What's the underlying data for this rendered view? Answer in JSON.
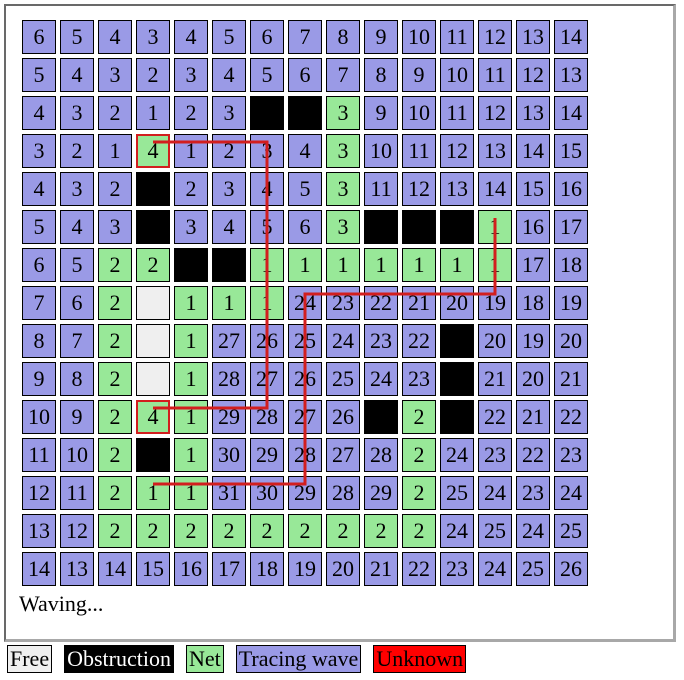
{
  "status_text": "Waving...",
  "colors": {
    "wave": "#9a9ae6",
    "net": "#98e898",
    "obstruction": "#000000",
    "free": "#efefef",
    "unknown": "#ff0000",
    "trace": "#d21e1e"
  },
  "legend": [
    {
      "label": "Free",
      "type": "free",
      "bg": "#efefef",
      "fg": "#000000"
    },
    {
      "label": "Obstruction",
      "type": "obstruction",
      "bg": "#000000",
      "fg": "#ffffff"
    },
    {
      "label": "Net",
      "type": "net",
      "bg": "#98e898",
      "fg": "#000000"
    },
    {
      "label": "Tracing wave",
      "type": "wave",
      "bg": "#9a9ae6",
      "fg": "#000000"
    },
    {
      "label": "Unknown",
      "type": "unknown",
      "bg": "#ff0000",
      "fg": "#000000"
    }
  ],
  "grid": {
    "rows": 15,
    "cols": 15,
    "cells": [
      [
        [
          "w",
          6
        ],
        [
          "w",
          5
        ],
        [
          "w",
          4
        ],
        [
          "w",
          3
        ],
        [
          "w",
          4
        ],
        [
          "w",
          5
        ],
        [
          "w",
          6
        ],
        [
          "w",
          7
        ],
        [
          "w",
          8
        ],
        [
          "w",
          9
        ],
        [
          "w",
          10
        ],
        [
          "w",
          11
        ],
        [
          "w",
          12
        ],
        [
          "w",
          13
        ],
        [
          "w",
          14
        ]
      ],
      [
        [
          "w",
          5
        ],
        [
          "w",
          4
        ],
        [
          "w",
          3
        ],
        [
          "w",
          2
        ],
        [
          "w",
          3
        ],
        [
          "w",
          4
        ],
        [
          "w",
          5
        ],
        [
          "w",
          6
        ],
        [
          "w",
          7
        ],
        [
          "w",
          8
        ],
        [
          "w",
          9
        ],
        [
          "w",
          10
        ],
        [
          "w",
          11
        ],
        [
          "w",
          12
        ],
        [
          "w",
          13
        ]
      ],
      [
        [
          "w",
          4
        ],
        [
          "w",
          3
        ],
        [
          "w",
          2
        ],
        [
          "w",
          1
        ],
        [
          "w",
          2
        ],
        [
          "w",
          3
        ],
        [
          "o",
          ""
        ],
        [
          "o",
          ""
        ],
        [
          "n",
          3
        ],
        [
          "w",
          9
        ],
        [
          "w",
          10
        ],
        [
          "w",
          11
        ],
        [
          "w",
          12
        ],
        [
          "w",
          13
        ],
        [
          "w",
          14
        ]
      ],
      [
        [
          "w",
          3
        ],
        [
          "w",
          2
        ],
        [
          "w",
          1
        ],
        [
          "n",
          4
        ],
        [
          "w",
          1
        ],
        [
          "w",
          2
        ],
        [
          "w",
          3
        ],
        [
          "w",
          4
        ],
        [
          "n",
          3
        ],
        [
          "w",
          10
        ],
        [
          "w",
          11
        ],
        [
          "w",
          12
        ],
        [
          "w",
          13
        ],
        [
          "w",
          14
        ],
        [
          "w",
          15
        ]
      ],
      [
        [
          "w",
          4
        ],
        [
          "w",
          3
        ],
        [
          "w",
          2
        ],
        [
          "o",
          ""
        ],
        [
          "w",
          2
        ],
        [
          "w",
          3
        ],
        [
          "w",
          4
        ],
        [
          "w",
          5
        ],
        [
          "n",
          3
        ],
        [
          "w",
          11
        ],
        [
          "w",
          12
        ],
        [
          "w",
          13
        ],
        [
          "w",
          14
        ],
        [
          "w",
          15
        ],
        [
          "w",
          16
        ]
      ],
      [
        [
          "w",
          5
        ],
        [
          "w",
          4
        ],
        [
          "w",
          3
        ],
        [
          "o",
          ""
        ],
        [
          "w",
          3
        ],
        [
          "w",
          4
        ],
        [
          "w",
          5
        ],
        [
          "w",
          6
        ],
        [
          "n",
          3
        ],
        [
          "o",
          ""
        ],
        [
          "o",
          ""
        ],
        [
          "o",
          ""
        ],
        [
          "n",
          1
        ],
        [
          "w",
          16
        ],
        [
          "w",
          17
        ]
      ],
      [
        [
          "w",
          6
        ],
        [
          "w",
          5
        ],
        [
          "n",
          2
        ],
        [
          "n",
          2
        ],
        [
          "o",
          ""
        ],
        [
          "o",
          ""
        ],
        [
          "n",
          1
        ],
        [
          "n",
          1
        ],
        [
          "n",
          1
        ],
        [
          "n",
          1
        ],
        [
          "n",
          1
        ],
        [
          "n",
          1
        ],
        [
          "n",
          1
        ],
        [
          "w",
          17
        ],
        [
          "w",
          18
        ]
      ],
      [
        [
          "w",
          7
        ],
        [
          "w",
          6
        ],
        [
          "n",
          2
        ],
        [
          "f",
          ""
        ],
        [
          "n",
          1
        ],
        [
          "n",
          1
        ],
        [
          "n",
          1
        ],
        [
          "w",
          24
        ],
        [
          "w",
          23
        ],
        [
          "w",
          22
        ],
        [
          "w",
          21
        ],
        [
          "w",
          20
        ],
        [
          "w",
          19
        ],
        [
          "w",
          18
        ],
        [
          "w",
          19
        ]
      ],
      [
        [
          "w",
          8
        ],
        [
          "w",
          7
        ],
        [
          "n",
          2
        ],
        [
          "f",
          ""
        ],
        [
          "n",
          1
        ],
        [
          "w",
          27
        ],
        [
          "w",
          26
        ],
        [
          "w",
          25
        ],
        [
          "w",
          24
        ],
        [
          "w",
          23
        ],
        [
          "w",
          22
        ],
        [
          "o",
          ""
        ],
        [
          "w",
          20
        ],
        [
          "w",
          19
        ],
        [
          "w",
          20
        ]
      ],
      [
        [
          "w",
          9
        ],
        [
          "w",
          8
        ],
        [
          "n",
          2
        ],
        [
          "f",
          ""
        ],
        [
          "n",
          1
        ],
        [
          "w",
          28
        ],
        [
          "w",
          27
        ],
        [
          "w",
          26
        ],
        [
          "w",
          25
        ],
        [
          "w",
          24
        ],
        [
          "w",
          23
        ],
        [
          "o",
          ""
        ],
        [
          "w",
          21
        ],
        [
          "w",
          20
        ],
        [
          "w",
          21
        ]
      ],
      [
        [
          "w",
          10
        ],
        [
          "w",
          9
        ],
        [
          "n",
          2
        ],
        [
          "n",
          4
        ],
        [
          "n",
          1
        ],
        [
          "w",
          29
        ],
        [
          "w",
          28
        ],
        [
          "w",
          27
        ],
        [
          "w",
          26
        ],
        [
          "o",
          ""
        ],
        [
          "n",
          2
        ],
        [
          "o",
          ""
        ],
        [
          "w",
          22
        ],
        [
          "w",
          21
        ],
        [
          "w",
          22
        ]
      ],
      [
        [
          "w",
          11
        ],
        [
          "w",
          10
        ],
        [
          "n",
          2
        ],
        [
          "o",
          ""
        ],
        [
          "n",
          1
        ],
        [
          "w",
          30
        ],
        [
          "w",
          29
        ],
        [
          "w",
          28
        ],
        [
          "w",
          27
        ],
        [
          "w",
          28
        ],
        [
          "n",
          2
        ],
        [
          "w",
          24
        ],
        [
          "w",
          23
        ],
        [
          "w",
          22
        ],
        [
          "w",
          23
        ]
      ],
      [
        [
          "w",
          12
        ],
        [
          "w",
          11
        ],
        [
          "n",
          2
        ],
        [
          "n",
          1
        ],
        [
          "n",
          1
        ],
        [
          "w",
          31
        ],
        [
          "w",
          30
        ],
        [
          "w",
          29
        ],
        [
          "w",
          28
        ],
        [
          "w",
          29
        ],
        [
          "n",
          2
        ],
        [
          "w",
          25
        ],
        [
          "w",
          24
        ],
        [
          "w",
          23
        ],
        [
          "w",
          24
        ]
      ],
      [
        [
          "w",
          13
        ],
        [
          "w",
          12
        ],
        [
          "n",
          2
        ],
        [
          "n",
          2
        ],
        [
          "n",
          2
        ],
        [
          "n",
          2
        ],
        [
          "n",
          2
        ],
        [
          "n",
          2
        ],
        [
          "n",
          2
        ],
        [
          "n",
          2
        ],
        [
          "n",
          2
        ],
        [
          "w",
          24
        ],
        [
          "w",
          25
        ],
        [
          "w",
          24
        ],
        [
          "w",
          25
        ]
      ],
      [
        [
          "w",
          14
        ],
        [
          "w",
          13
        ],
        [
          "w",
          14
        ],
        [
          "w",
          15
        ],
        [
          "w",
          16
        ],
        [
          "w",
          17
        ],
        [
          "w",
          18
        ],
        [
          "w",
          19
        ],
        [
          "w",
          20
        ],
        [
          "w",
          21
        ],
        [
          "w",
          22
        ],
        [
          "w",
          23
        ],
        [
          "w",
          24
        ],
        [
          "w",
          25
        ],
        [
          "w",
          26
        ]
      ]
    ],
    "selected": [
      [
        3,
        3
      ],
      [
        10,
        3
      ]
    ]
  },
  "traces": [
    [
      [
        3,
        3
      ],
      [
        3,
        6
      ],
      [
        10,
        6
      ],
      [
        10,
        3
      ]
    ],
    [
      [
        5,
        12
      ],
      [
        7,
        12
      ],
      [
        7,
        7
      ],
      [
        12,
        7
      ],
      [
        12,
        3
      ]
    ]
  ]
}
